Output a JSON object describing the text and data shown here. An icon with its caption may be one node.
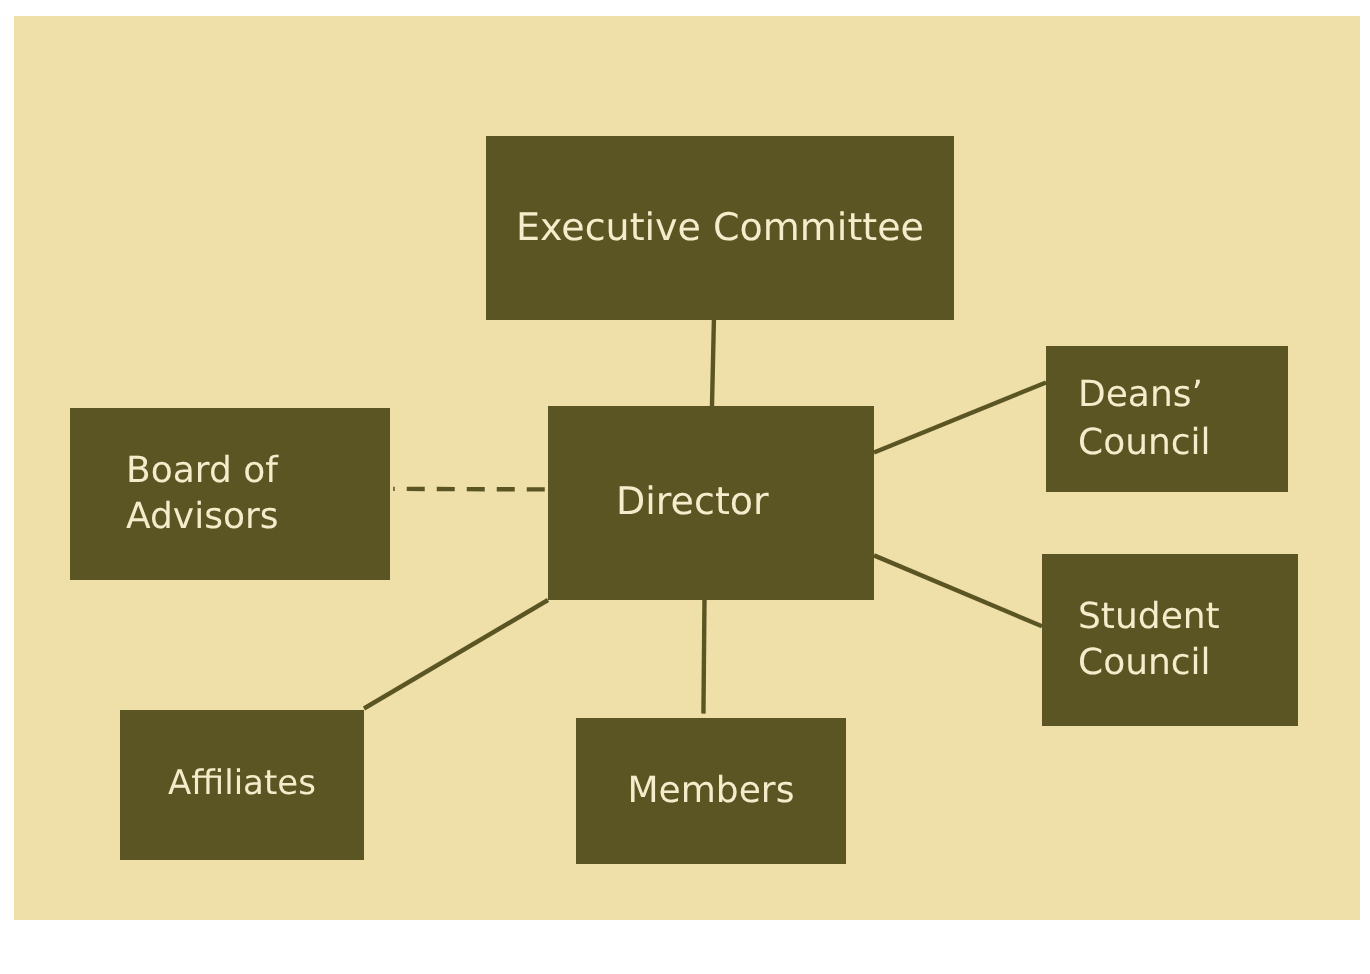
{
  "diagram": {
    "nodes": [
      {
        "text": [
          "Executive Committee"
        ]
      },
      {
        "text": [
          "Director"
        ]
      },
      {
        "text": [
          "Board of Advisors"
        ]
      },
      {
        "text": [
          "Deans’ Council"
        ]
      },
      {
        "text": [
          "Student Council"
        ]
      },
      {
        "text": [
          "Affiliates"
        ]
      },
      {
        "text": [
          "Members"
        ]
      }
    ],
    "edges": [
      {
        "from": 0,
        "to": 1,
        "arrow": "none"
      },
      {
        "from": 1,
        "to": 2,
        "arrow": "none",
        "style": "dashed"
      },
      {
        "from": 1,
        "to": 3,
        "arrow": "none"
      },
      {
        "from": 1,
        "to": 4,
        "arrow": "none"
      },
      {
        "from": 1,
        "to": 5,
        "arrow": "none"
      },
      {
        "from": 1,
        "to": 6,
        "arrow": "none"
      }
    ]
  }
}
